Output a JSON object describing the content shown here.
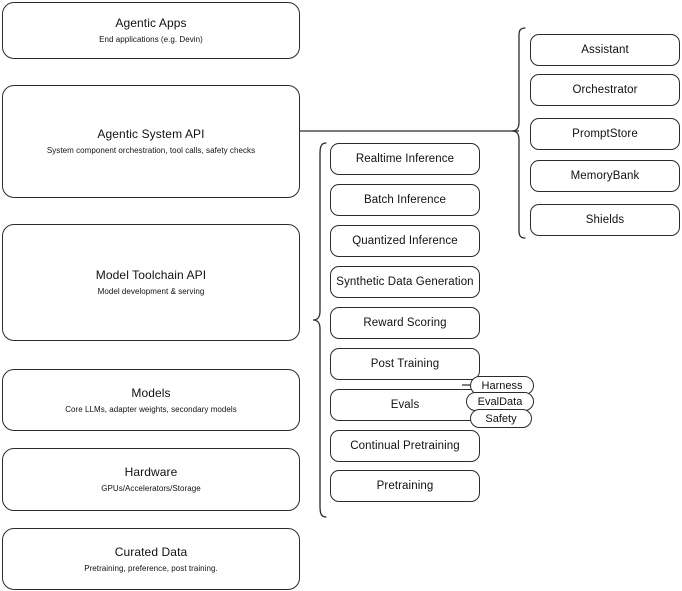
{
  "diagram": {
    "stack": [
      {
        "title": "Agentic Apps",
        "subtitle": "End applications (e.g. Devin)"
      },
      {
        "title": "Agentic System API",
        "subtitle": "System component orchestration, tool calls, safety checks"
      },
      {
        "title": "Model Toolchain API",
        "subtitle": "Model development & serving"
      },
      {
        "title": "Models",
        "subtitle": "Core LLMs, adapter weights, secondary models"
      },
      {
        "title": "Hardware",
        "subtitle": "GPUs/Accelerators/Storage"
      },
      {
        "title": "Curated Data",
        "subtitle": "Pretraining, preference, post training."
      }
    ],
    "capabilities": [
      {
        "label": "Realtime Inference"
      },
      {
        "label": "Batch Inference"
      },
      {
        "label": "Quantized Inference"
      },
      {
        "label": "Synthetic Data Generation"
      },
      {
        "label": "Reward Scoring"
      },
      {
        "label": "Post Training"
      },
      {
        "label": "Evals"
      },
      {
        "label": "Continual Pretraining"
      },
      {
        "label": "Pretraining"
      }
    ],
    "components": [
      {
        "label": "Assistant"
      },
      {
        "label": "Orchestrator"
      },
      {
        "label": "PromptStore"
      },
      {
        "label": "MemoryBank"
      },
      {
        "label": "Shields"
      }
    ],
    "eval_tags": [
      {
        "label": "Harness"
      },
      {
        "label": "EvalData"
      },
      {
        "label": "Safety"
      }
    ],
    "colors": {
      "stroke": "#2b2b2b",
      "background": "#ffffff",
      "text": "#111111"
    }
  }
}
